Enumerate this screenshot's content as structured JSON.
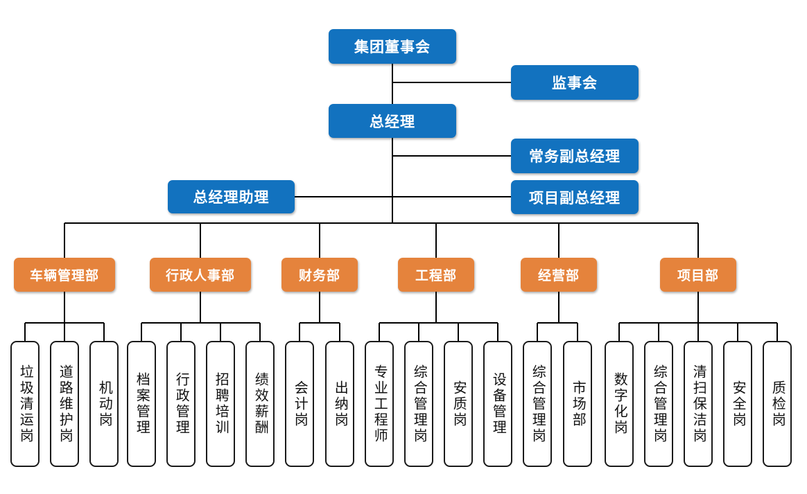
{
  "colors": {
    "blue": "#1272BF",
    "orange": "#E5833C",
    "leaf_border": "#1a1a1a",
    "leaf_fill": "#ffffff",
    "connector": "#000000",
    "background": "#ffffff"
  },
  "diagram": {
    "type": "organizational-chart",
    "title_text": "集团董事会"
  },
  "top": {
    "board": "集团董事会",
    "supervisor": "监事会",
    "general_manager": "总经理",
    "executive_deputy": "常务副总经理",
    "project_deputy": "项目副总经理",
    "assistant": "总经理助理"
  },
  "departments": [
    {
      "name": "车辆管理部",
      "children": [
        "垃圾清运岗",
        "道路维护岗",
        "机动岗"
      ]
    },
    {
      "name": "行政人事部",
      "children": [
        "档案管理",
        "行政管理",
        "招聘培训",
        "绩效薪酬"
      ]
    },
    {
      "name": "财务部",
      "children": [
        "会计岗",
        "出纳岗"
      ]
    },
    {
      "name": "工程部",
      "children": [
        "专业工程师",
        "综合管理岗",
        "安质岗",
        "设备管理"
      ]
    },
    {
      "name": "经营部",
      "children": [
        "综合管理岗",
        "市场部"
      ]
    },
    {
      "name": "项目部",
      "children": [
        "数字化岗",
        "综合管理岗",
        "清扫保洁岗",
        "安全岗",
        "质检岗"
      ]
    }
  ],
  "leaves_flat": [
    "垃圾清运岗",
    "道路维护岗",
    "机动岗",
    "档案管理",
    "行政管理",
    "招聘培训",
    "绩效薪酬",
    "会计岗",
    "出纳岗",
    "专业工程师",
    "综合管理岗",
    "安质岗",
    "设备管理",
    "综合管理岗",
    "市场部",
    "数字化岗",
    "综合管理岗",
    "清扫保洁岗",
    "安全岗",
    "质检岗"
  ]
}
